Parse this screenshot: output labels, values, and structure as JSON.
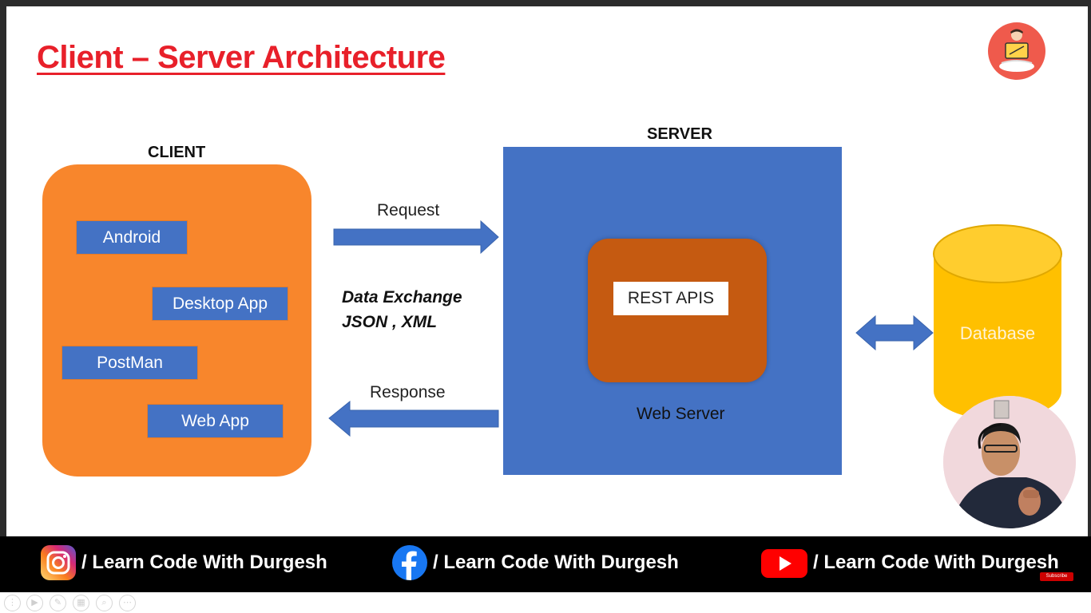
{
  "title": "Client – Server Architecture",
  "client": {
    "label": "CLIENT",
    "items": [
      "Android",
      "Desktop App",
      "PostMan",
      "Web App"
    ]
  },
  "server": {
    "label": "SERVER",
    "rest_label": "REST APIS",
    "web_server_label": "Web Server"
  },
  "flow": {
    "request_label": "Request",
    "response_label": "Response",
    "exchange_line1": "Data Exchange",
    "exchange_line2": "JSON , XML"
  },
  "database": {
    "label": "Database"
  },
  "footer": {
    "instagram": "/ Learn Code With Durgesh",
    "facebook": "/ Learn Code With Durgesh",
    "youtube": "/ Learn Code With Durgesh",
    "subscribe": "Subscribe"
  },
  "colors": {
    "title": "#e8202a",
    "client_box": "#f8862c",
    "chip": "#4472c4",
    "server_box": "#4472c4",
    "web_server": "#c55a11",
    "database": "#ffc000"
  },
  "icons": [
    "logo-icon",
    "instagram-icon",
    "facebook-icon",
    "youtube-icon"
  ]
}
